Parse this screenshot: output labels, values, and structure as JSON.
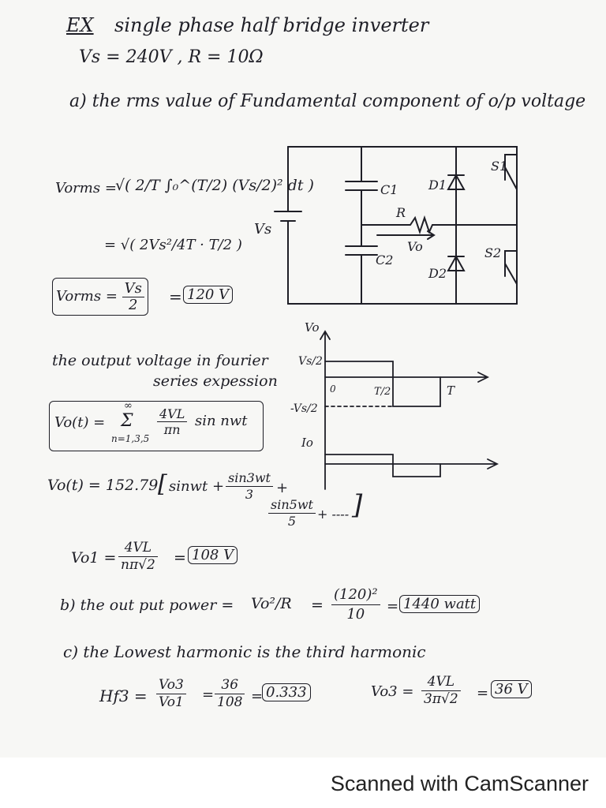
{
  "header": {
    "ex_label": "EX",
    "title": "single phase half bridge inverter",
    "given": "Vs = 240V , R = 10Ω"
  },
  "part_a": {
    "label": "a) the rms value of Fundamental component of o/p voltage",
    "vorms_lhs": "Vorms =",
    "vorms_integral": "√( 2/T ∫₀^(T/2) (Vs/2)² dt )",
    "vorms_step2": "= √( 2Vs²/4T · T/2 )",
    "vorms_result_lhs": "Vorms =",
    "vorms_result_num": "Vs",
    "vorms_result_den": "2",
    "vorms_value": "120 V"
  },
  "circuit": {
    "source_label": "Vs",
    "c1_label": "C1",
    "c2_label": "C2",
    "r_label": "R",
    "vo_label": "Vo",
    "d1_label": "D1",
    "d2_label": "D2",
    "s1_label": "S1",
    "s2_label": "S2"
  },
  "waveform": {
    "vo_axis": "Vo",
    "io_axis": "Io",
    "pos_level": "Vs/2",
    "neg_level": "-Vs/2",
    "origin": "0",
    "half_period": "T/2",
    "period": "T"
  },
  "fourier": {
    "caption_line1": "the output voltage in fourier",
    "caption_line2": "series expession",
    "formula_lhs": "Vo(t) =",
    "sum_top": "∞",
    "sum_sign": "Σ",
    "sum_bottom": "n=1,3,5",
    "coef_num": "4VL",
    "coef_den": "πn",
    "sin_term": "sin nwt",
    "expansion_lhs": "Vo(t) = 152.79",
    "expansion_t1": "sinwt +",
    "expansion_t2_num": "sin3wt",
    "expansion_t2_den": "3",
    "expansion_plus": "+",
    "expansion_t3_num": "sin5wt",
    "expansion_t3_den": "5",
    "expansion_tail": "+ ----",
    "vo1_lhs": "Vo1 =",
    "vo1_num": "4VL",
    "vo1_den": "nπ√2",
    "vo1_value": "108 V"
  },
  "part_b": {
    "label": "b) the out put power =",
    "formula": "Vo²/R",
    "eq": "=",
    "num": "(120)²",
    "den": "10",
    "value": "1440 watt"
  },
  "part_c": {
    "label": "c) the Lowest harmonic is the third harmonic",
    "hf3_lhs": "Hf3 =",
    "hf3_num": "Vo3",
    "hf3_den": "Vo1",
    "hf3_num2": "36",
    "hf3_den2": "108",
    "hf3_value": "0.333",
    "vo3_lhs": "Vo3 =",
    "vo3_num": "4VL",
    "vo3_den": "3π√2",
    "vo3_value": "36 V"
  },
  "footer": {
    "scanner_text": "Scanned with CamScanner"
  }
}
